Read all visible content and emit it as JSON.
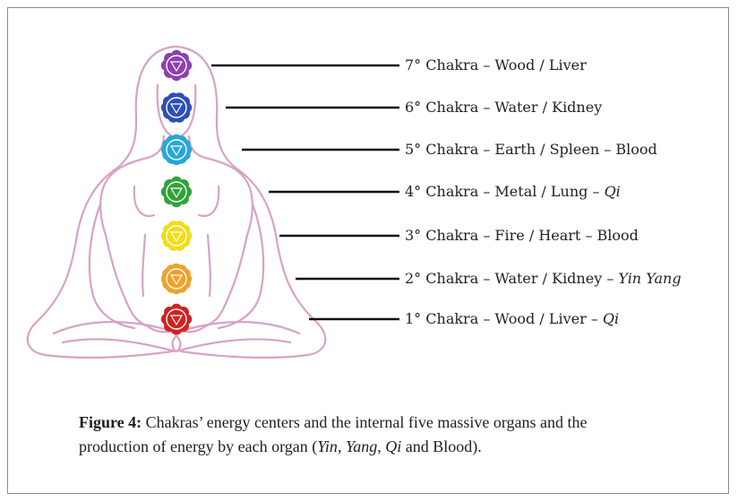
{
  "figure": {
    "chakras": [
      {
        "number": "7°",
        "name": "Chakra",
        "element": "Wood",
        "organ": "Liver",
        "extra": "",
        "color": "#8e3fb0"
      },
      {
        "number": "6°",
        "name": "Chakra",
        "element": "Water",
        "organ": "Kidney",
        "extra": "",
        "color": "#2f4fb5"
      },
      {
        "number": "5°",
        "name": "Chakra",
        "element": "Earth",
        "organ": "Spleen",
        "extra": "Blood",
        "color": "#27a7d8"
      },
      {
        "number": "4°",
        "name": "Chakra",
        "element": "Metal",
        "organ": "Lung",
        "extra": "Qi",
        "color": "#2fa33a"
      },
      {
        "number": "3°",
        "name": "Chakra",
        "element": "Fire",
        "organ": "Heart",
        "extra": "Blood",
        "color": "#f2dd1a"
      },
      {
        "number": "2°",
        "name": "Chakra",
        "element": "Water",
        "organ": "Kidney",
        "extra": "Yin Yang",
        "color": "#f0a22a"
      },
      {
        "number": "1°",
        "name": "Chakra",
        "element": "Wood",
        "organ": "Liver",
        "extra": "Qi",
        "color": "#d22121"
      }
    ],
    "italic_extras": [
      "Qi",
      "Yin Yang"
    ],
    "body_outline_color": "#d8a2c6",
    "leader_line_color": "#111111"
  },
  "caption": {
    "label": "Figure 4:",
    "text_before": " Chakras’ energy centers and the internal five massive organs and the production of energy by each organ (",
    "italic_terms": [
      "Yin",
      "Yang",
      "Qi"
    ],
    "text_after": " and Blood)."
  }
}
